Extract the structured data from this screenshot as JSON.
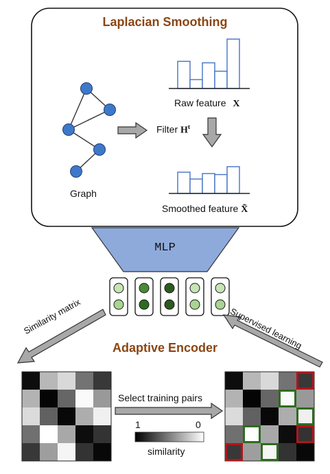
{
  "smoothing": {
    "title": "Laplacian Smoothing",
    "graph_label": "Graph",
    "filter_label": "Filter",
    "filter_symbol": "H",
    "filter_exp": "t",
    "raw_label": "Raw feature",
    "raw_symbol": "X",
    "smoothed_label": "Smoothed feature",
    "smoothed_symbol": "X̃",
    "raw_bars": [
      0.55,
      0.18,
      0.52,
      0.35,
      1.0
    ],
    "smoothed_bars": [
      0.62,
      0.42,
      0.58,
      0.55,
      0.78
    ]
  },
  "mlp": {
    "label": "MLP"
  },
  "encoder": {
    "title": "Adaptive Encoder",
    "left_arrow_label": "Similarity matrix",
    "right_arrow_label": "Supervised learning",
    "middle_label": "Select training pairs",
    "scale_max_label": "1",
    "scale_min_label": "0",
    "scale_caption": "similarity"
  },
  "colors": {
    "title": "#8b4513",
    "node": "#3e78c9",
    "mlp_fill": "#8eaadb",
    "positive_pair": "#2e6b1f",
    "negative_pair": "#b3141b",
    "arrow": "#a0a0a0"
  },
  "embedding_pairs": [
    {
      "top": "#c6e4b4",
      "bottom": "#a9d492"
    },
    {
      "top": "#4a8a37",
      "bottom": "#2e6b1f"
    },
    {
      "top": "#2d5a1f",
      "bottom": "#2d5a1f"
    },
    {
      "top": "#c6e4b4",
      "bottom": "#a9d492"
    },
    {
      "top": "#c6e4b4",
      "bottom": "#a9d492"
    }
  ],
  "similarity_matrix": [
    [
      0.05,
      0.72,
      0.85,
      0.45,
      0.22
    ],
    [
      0.7,
      0.02,
      0.4,
      0.98,
      0.6
    ],
    [
      0.86,
      0.38,
      0.03,
      0.68,
      0.94
    ],
    [
      0.44,
      1.0,
      0.66,
      0.05,
      0.2
    ],
    [
      0.22,
      0.62,
      0.96,
      0.2,
      0.03
    ]
  ],
  "selected_pairs": {
    "positive": [
      [
        1,
        3
      ],
      [
        2,
        4
      ],
      [
        3,
        1
      ],
      [
        4,
        2
      ]
    ],
    "negative": [
      [
        0,
        4
      ],
      [
        3,
        4
      ],
      [
        4,
        0
      ]
    ]
  }
}
